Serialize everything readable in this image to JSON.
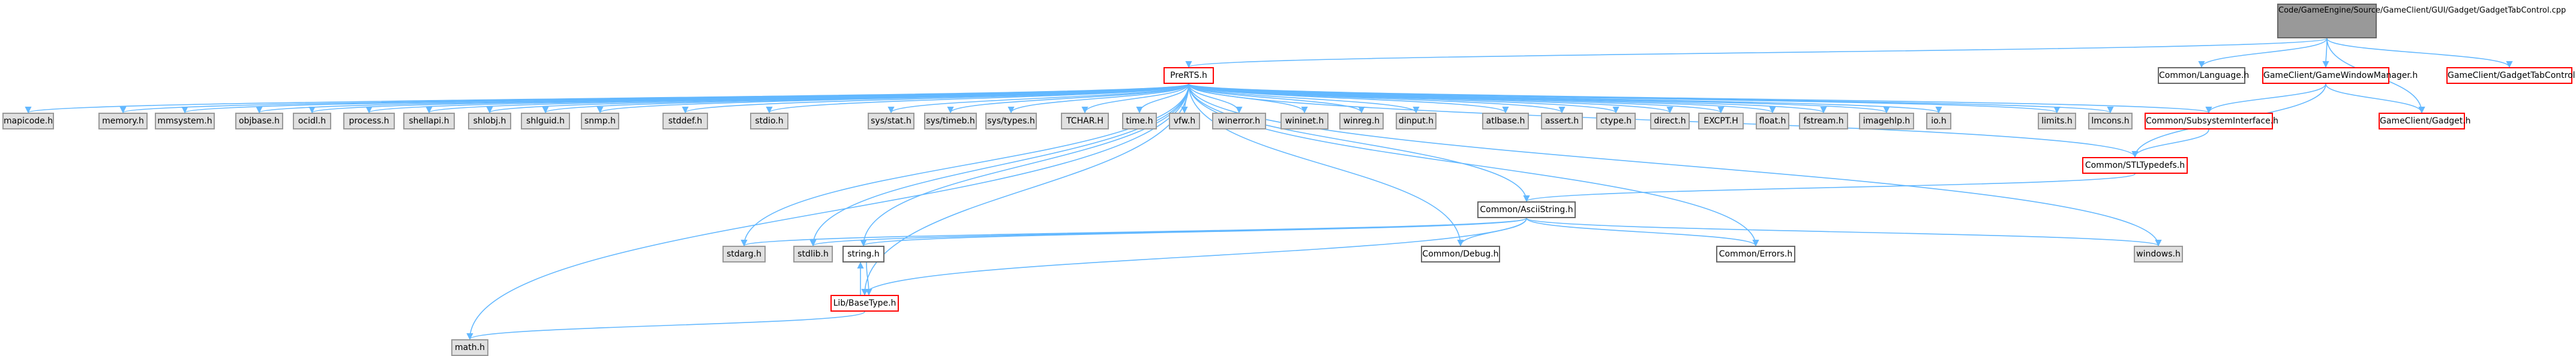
{
  "colors": {
    "edge": "#63b8ff",
    "edge_back": "#63b8ff",
    "node_fill": "#e0e0e0",
    "node_border": "#999999",
    "root_fill": "#999999",
    "documented_border": "#ff0000"
  },
  "nodes": {
    "root": "Code/GameEngine/Source/GameClient/GUI/Gadget/GadgetTabControl.cpp",
    "prerts": "PreRTS.h",
    "language": "Common/Language.h",
    "gamewindowmanager": "GameClient/GameWindowManager.h",
    "gadgettabcontrol_h": "GameClient/GadgetTabControl.h",
    "gadget_h": "GameClient/Gadget.h",
    "mapicode": "mapicode.h",
    "memory": "memory.h",
    "mmsystem": "mmsystem.h",
    "objbase": "objbase.h",
    "ocidl": "ocidl.h",
    "process": "process.h",
    "shellapi": "shellapi.h",
    "shlobj": "shlobj.h",
    "shlguid": "shlguid.h",
    "snmp": "snmp.h",
    "stddef": "stddef.h",
    "stdio": "stdio.h",
    "sysstat": "sys/stat.h",
    "systimeb": "sys/timeb.h",
    "systypes": "sys/types.h",
    "tchar": "TCHAR.H",
    "time": "time.h",
    "vfw": "vfw.h",
    "winerror": "winerror.h",
    "wininet": "wininet.h",
    "winreg": "winreg.h",
    "dinput": "dinput.h",
    "atlbase": "atlbase.h",
    "assert": "assert.h",
    "ctype": "ctype.h",
    "direct": "direct.h",
    "excpt": "EXCPT.H",
    "float": "float.h",
    "fstream": "fstream.h",
    "imagehlp": "imagehlp.h",
    "io": "io.h",
    "limits": "limits.h",
    "lmcons": "lmcons.h",
    "subsysinterface": "Common/SubsystemInterface.h",
    "stltypedefs": "Common/STLTypedefs.h",
    "asciistring": "Common/AsciiString.h",
    "stdarg": "stdarg.h",
    "stdlib": "stdlib.h",
    "string": "string.h",
    "debug": "Common/Debug.h",
    "errors": "Common/Errors.h",
    "windows": "windows.h",
    "basetype": "Lib/BaseType.h",
    "math": "math.h"
  }
}
